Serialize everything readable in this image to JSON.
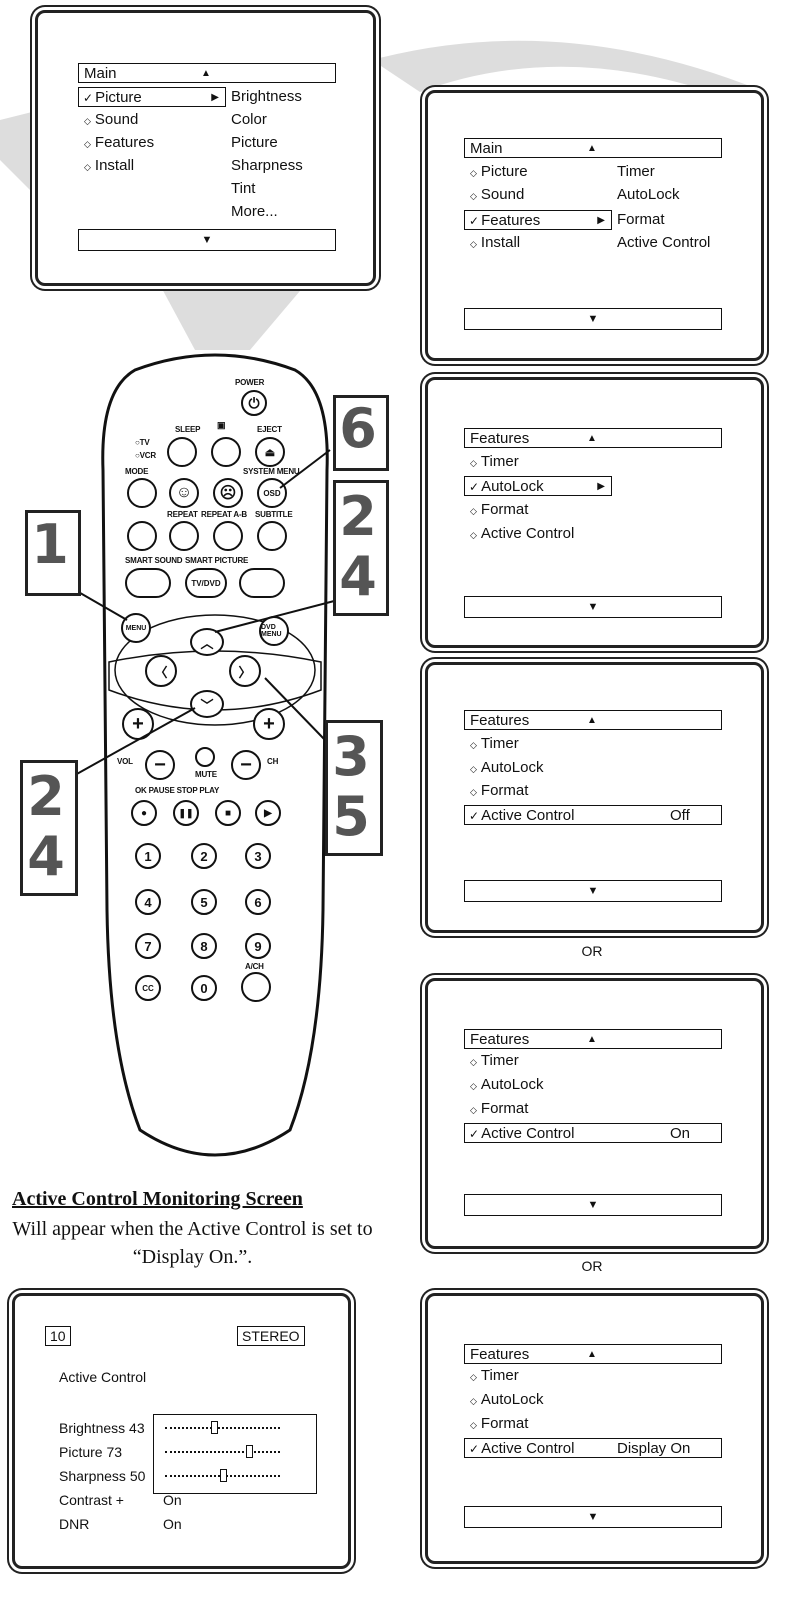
{
  "menu_main_picture": {
    "header": "Main",
    "items": [
      "Picture",
      "Sound",
      "Features",
      "Install"
    ],
    "submenu": [
      "Brightness",
      "Color",
      "Picture",
      "Sharpness",
      "Tint",
      "More..."
    ]
  },
  "menu_main_features": {
    "header": "Main",
    "items": [
      "Picture",
      "Sound",
      "Features",
      "Install"
    ],
    "submenu": [
      "Timer",
      "AutoLock",
      "Format",
      "Active Control"
    ]
  },
  "menu_features_autolock": {
    "header": "Features",
    "items": [
      "Timer",
      "AutoLock",
      "Format",
      "Active Control"
    ]
  },
  "menu_features_off": {
    "header": "Features",
    "items": [
      "Timer",
      "AutoLock",
      "Format",
      "Active Control"
    ],
    "value": "Off"
  },
  "menu_features_on": {
    "header": "Features",
    "items": [
      "Timer",
      "AutoLock",
      "Format",
      "Active Control"
    ],
    "value": "On"
  },
  "menu_features_display": {
    "header": "Features",
    "items": [
      "Timer",
      "AutoLock",
      "Format",
      "Active Control"
    ],
    "value": "Display On"
  },
  "or_labels": [
    "OR",
    "OR"
  ],
  "step_numbers": [
    "1",
    "2",
    "4",
    "3",
    "5",
    "2",
    "4",
    "6"
  ],
  "caption": {
    "title": "Active Control Monitoring Screen",
    "body": "Will appear when the Active Control is set to “Display On.”."
  },
  "monitor": {
    "channel": "10",
    "sound": "STEREO",
    "title": "Active Control",
    "rows": [
      {
        "label": "Brightness 43",
        "level": 43
      },
      {
        "label": "Picture 73",
        "level": 73
      },
      {
        "label": "Sharpness 50",
        "level": 50
      }
    ],
    "settings": [
      {
        "label": "Contrast +",
        "value": "On"
      },
      {
        "label": "DNR",
        "value": "On"
      }
    ]
  },
  "remote": {
    "power": "POWER",
    "sleep": "SLEEP",
    "eject": "EJECT",
    "tv": "TV",
    "vcr": "VCR",
    "mode": "MODE",
    "system_menu": "SYSTEM MENU",
    "osd": "OSD",
    "repeat": "REPEAT",
    "repeat_ab": "REPEAT A-B",
    "subtitle": "SUBTITLE",
    "smart_sound": "SMART SOUND",
    "smart_picture": "SMART PICTURE",
    "tvdvd": "TV/DVD",
    "menu": "MENU",
    "dvd_menu": "DVD MENU",
    "vol": "VOL",
    "ch": "CH",
    "mute": "MUTE",
    "transport_labels": "OK PAUSE STOP PLAY",
    "digits": [
      "1",
      "2",
      "3",
      "4",
      "5",
      "6",
      "7",
      "8",
      "9"
    ],
    "cc": "CC",
    "zero": "0",
    "ach": "A/CH"
  }
}
